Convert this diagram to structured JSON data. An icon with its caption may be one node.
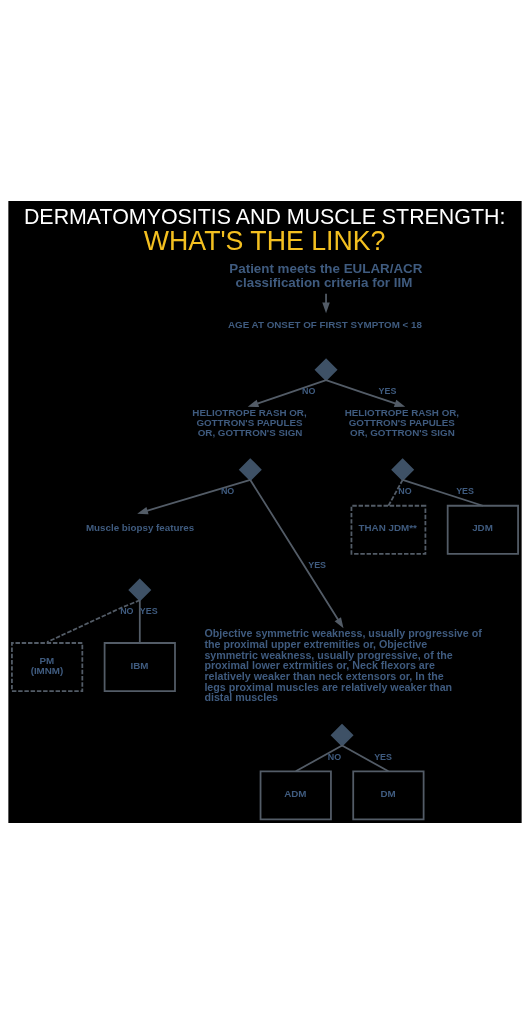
{
  "diagram": {
    "title": "DERMATOMYOSITIS AND MUSCLE STRENGTH: WHAT'S THE LINK?",
    "nodes": [
      {
        "text": [
          "Patient meets the EULAR/ACR classification criteria for IIM"
        ]
      },
      {
        "text": [
          "AGE AT ONSET OF FIRST SYMPTOM < 18"
        ]
      },
      {
        "text": [],
        "shape": "diamond"
      },
      {
        "text": [
          "HELIOTROPE RASH OR, GOTTRON'S PAPULES OR, GOTTRON'S SIGN"
        ]
      },
      {
        "text": [
          "HELIOTROPE RASH OR, GOTTRON'S PAPULES OR, GOTTRON'S SIGN"
        ]
      },
      {
        "text": [],
        "shape": "diamond"
      },
      {
        "text": [],
        "shape": "diamond"
      },
      {
        "text": [
          "Muscle biopsy features"
        ]
      },
      {
        "text": [
          "THAN JDM**"
        ]
      },
      {
        "text": [
          "JDM"
        ]
      },
      {
        "text": [],
        "shape": "diamond"
      },
      {
        "text": [
          "PM (IMNM)"
        ]
      },
      {
        "text": [
          "IBM"
        ]
      },
      {
        "text": [
          "Objective symmetric weakness, usually progressive of the proximal upper extremities or, Objective symmetric weakness, usually progressive, of the proximal lower extrmities or, Neck flexors are relatively weaker than neck extensors or, In the legs proximal muscles are relatively weaker than distal muscles"
        ]
      },
      {
        "text": [],
        "shape": "diamond"
      },
      {
        "text": [
          "ADM"
        ]
      },
      {
        "text": [
          "DM"
        ]
      }
    ],
    "edges": [
      {
        "from": 0,
        "to": 1,
        "arrow": "to"
      },
      {
        "from": 2,
        "to": 3,
        "arrow": "to",
        "label": "NO"
      },
      {
        "from": 2,
        "to": 4,
        "arrow": "to",
        "label": "YES"
      },
      {
        "from": 5,
        "to": 7,
        "arrow": "to",
        "label": "NO"
      },
      {
        "from": 5,
        "to": 13,
        "arrow": "to",
        "label": "YES"
      },
      {
        "from": 6,
        "to": 8,
        "arrow": "none",
        "label": "NO",
        "style": "dashed"
      },
      {
        "from": 6,
        "to": 9,
        "arrow": "none",
        "label": "YES"
      },
      {
        "from": 10,
        "to": 11,
        "arrow": "none",
        "label": "NO",
        "style": "dashed"
      },
      {
        "from": 10,
        "to": 12,
        "arrow": "none",
        "label": "YES"
      },
      {
        "from": 14,
        "to": 15,
        "arrow": "none",
        "label": "NO"
      },
      {
        "from": 14,
        "to": 16,
        "arrow": "none",
        "label": "YES"
      }
    ]
  }
}
